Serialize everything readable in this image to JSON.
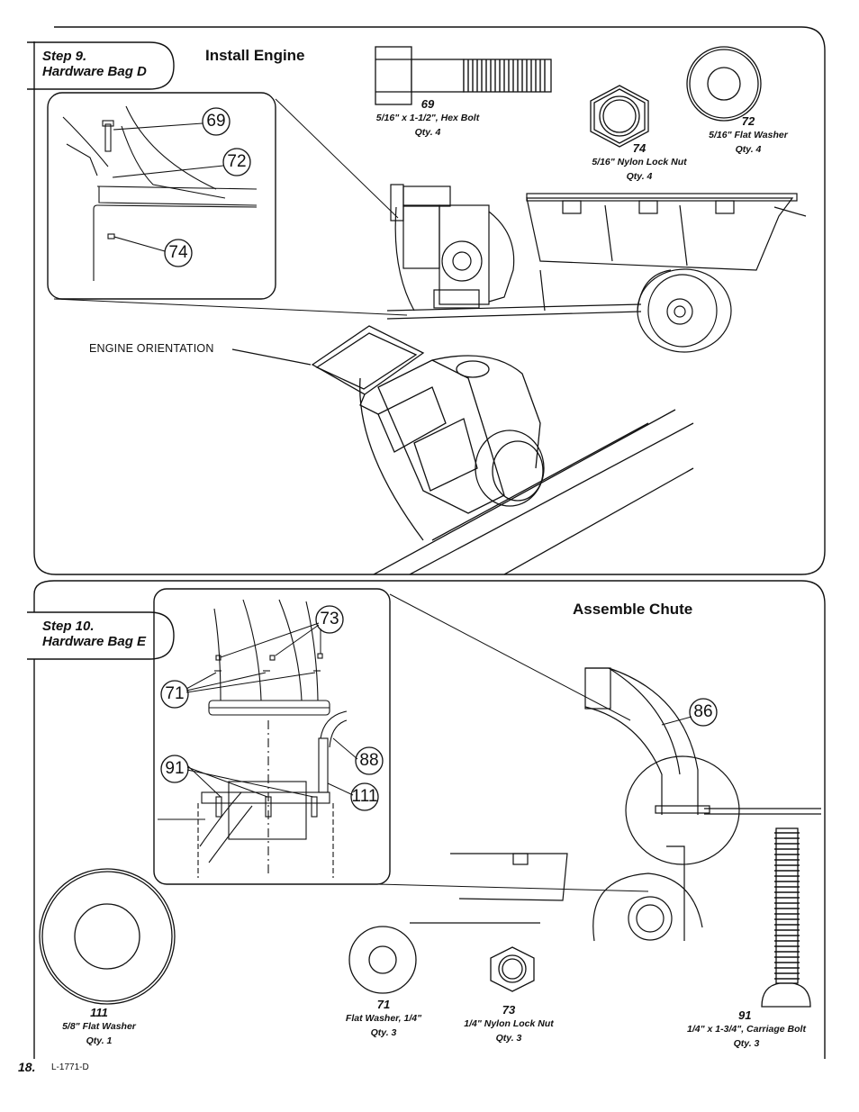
{
  "step9": {
    "step": "Step 9.",
    "bag": "Hardware Bag D",
    "title": "Install Engine",
    "callouts": [
      "69",
      "72",
      "74"
    ],
    "engine_label": "ENGINE ORIENTATION",
    "parts": [
      {
        "num": "69",
        "desc": "5/16\" x 1-1/2\", Hex Bolt",
        "qty": "Qty. 4"
      },
      {
        "num": "74",
        "desc": "5/16\" Nylon Lock Nut",
        "qty": "Qty. 4"
      },
      {
        "num": "72",
        "desc": "5/16\" Flat Washer",
        "qty": "Qty. 4"
      }
    ]
  },
  "step10": {
    "step": "Step 10.",
    "bag": "Hardware Bag E",
    "title": "Assemble Chute",
    "callouts": [
      "73",
      "71",
      "91",
      "88",
      "111",
      "86"
    ],
    "parts": [
      {
        "num": "111",
        "desc": "5/8\" Flat Washer",
        "qty": "Qty. 1"
      },
      {
        "num": "71",
        "desc": "Flat Washer, 1/4\"",
        "qty": "Qty. 3"
      },
      {
        "num": "73",
        "desc": "1/4\" Nylon Lock Nut",
        "qty": "Qty. 3"
      },
      {
        "num": "91",
        "desc": "1/4\" x 1-3/4\", Carriage Bolt",
        "qty": "Qty. 3"
      }
    ]
  },
  "footer": {
    "page": "18.",
    "doc_id": "L-1771-D"
  }
}
